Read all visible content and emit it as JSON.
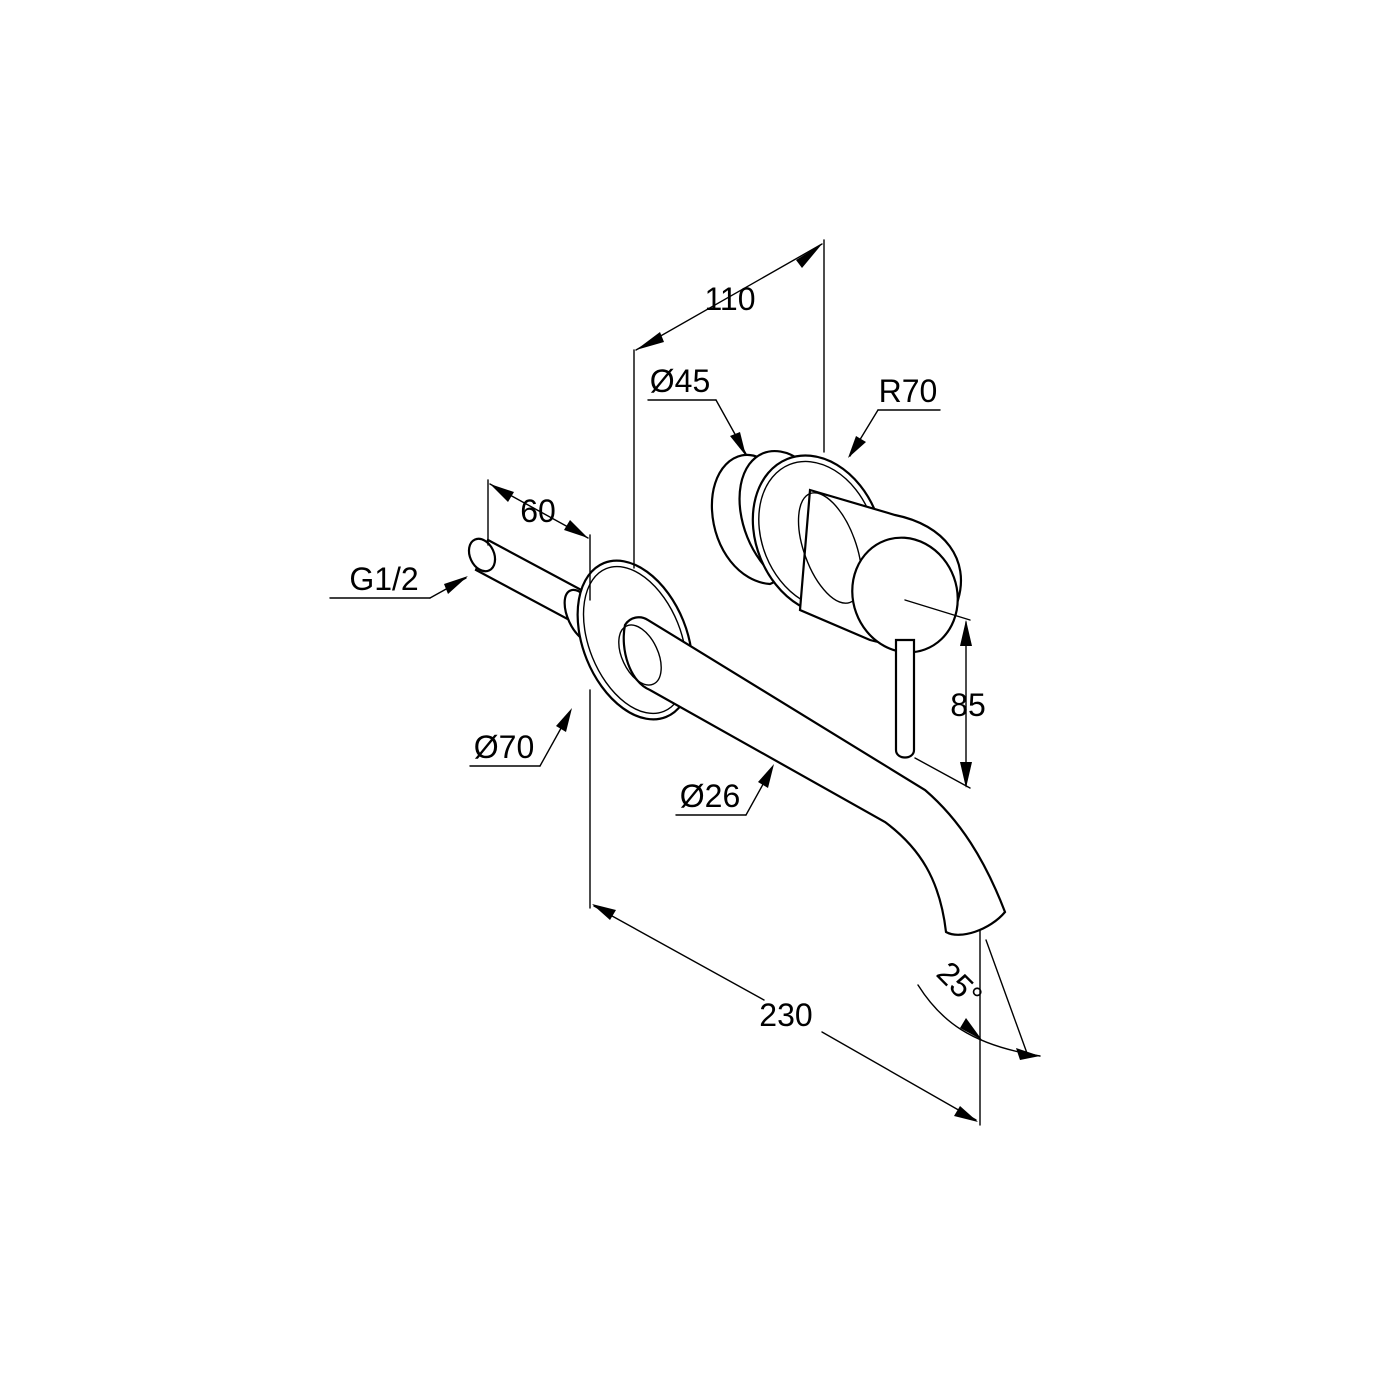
{
  "dimensions": {
    "d110": "110",
    "d45": "Ø45",
    "r70": "R70",
    "d60": "60",
    "g12": "G1/2",
    "d85": "85",
    "d70": "Ø70",
    "d26": "Ø26",
    "d230": "230",
    "a25": "25°"
  }
}
